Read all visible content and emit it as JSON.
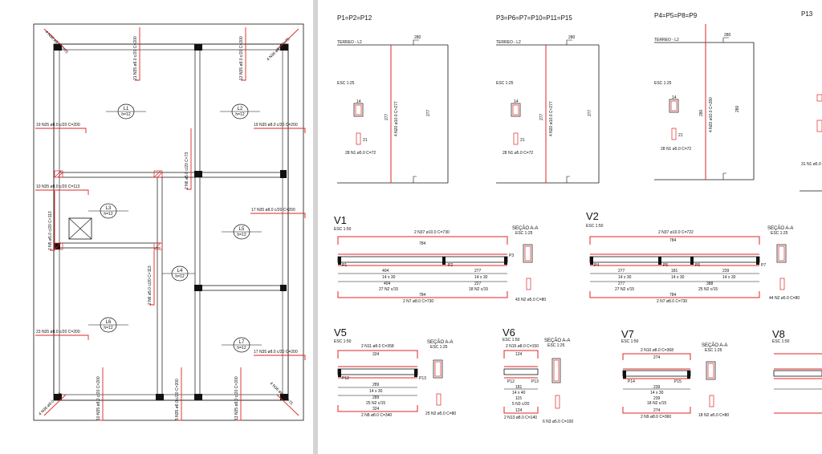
{
  "colors": {
    "line": "#111111",
    "rebar": "#e02424",
    "bg": "#d4d4d4",
    "paper": "#ffffff"
  },
  "plan": {
    "slabs": [
      {
        "label": "L1",
        "h": "h=12"
      },
      {
        "label": "L2",
        "h": "h=12"
      },
      {
        "label": "L3",
        "h": "h=12"
      },
      {
        "label": "L4",
        "h": "h=12"
      },
      {
        "label": "L5",
        "h": "h=12"
      },
      {
        "label": "L6",
        "h": "h=12"
      },
      {
        "label": "L7",
        "h": "h=12"
      }
    ],
    "rebar": {
      "r1": "19 N35 ø8.0 c/20  C=200",
      "r2": "19 N35 ø8.0 c/20  C=200",
      "r3": "10 N35 ø8.0 c/20  C=113",
      "r4": "17 N35 ø8.0 c/20  C=200",
      "r5": "23 N35 ø8.0 c/20  C=200",
      "r6": "17 N35 ø8.0 c/20  C=200",
      "v1": "21 N35 ø8.0 c/20  C=200",
      "v2": "13 N35 ø8.0 c/20  C=200",
      "v3": "2 N5 ø5.0 c/20  C=113",
      "v4": "2 N6 ø5.0 c/20  C=73",
      "v5": "2 N6 ø5.0 c/20  C=113",
      "v6": "10 N35 ø8.0 c/20  C=200",
      "v7": "5 N35 ø8.0 c/20  C=200",
      "v8": "13 N35 ø8.0 c/20  C=200",
      "c1": "4 N36 ø8.0  C=75",
      "c2": "4 N36 ø8.0  C=75",
      "c3": "4 N36 ø8.0  C=75",
      "c4": "4 N36 ø8.0  C=75"
    }
  },
  "pillars": [
    {
      "title": "P1=P2=P12",
      "terreo": "TERREO - L2",
      "esc": "ESC 1:25",
      "section": "14",
      "n1": "4 N20 ø10.0 C=277",
      "n2": "28 N1 ø5.0 C=72",
      "dim": "277",
      "side": "ESC 1:25",
      "top": "280"
    },
    {
      "title": "P3=P6=P7=P10=P11=P15",
      "terreo": "TERREO - L2",
      "esc": "ESC 1:25",
      "section": "14",
      "n1": "4 N20 ø10.0 C=277",
      "n2": "28 N1 ø5.0 C=72",
      "dim": "277",
      "side": "ESC 1:25",
      "top": "280"
    },
    {
      "title": "P4=P5=P8=P9",
      "terreo": "TERREO - L2",
      "esc": "ESC 1:25",
      "section": "14",
      "n1": "4 N20 ø10.0 C=280",
      "n2": "28 N1 ø5.0 C=72",
      "dim": "280",
      "side": "ESC 1:25",
      "top": "280"
    },
    {
      "title": "P13",
      "terreo": "",
      "esc": "",
      "section": "",
      "n1": "",
      "n2": "31 N1 ø5.0",
      "dim": "",
      "side": "",
      "top": ""
    }
  ],
  "beams": [
    {
      "title": "V1",
      "esc": "ESC 1:50",
      "top_bar": "2 N37 ø10.0  C=730",
      "section_title": "SEÇÃO A-A",
      "section_esc": "ESC 1:25",
      "span": "784",
      "bottom_bar": "2 N7 ø8.0  C=730",
      "stirrups": "43 N2 ø5.0  C=80",
      "dims": [
        "404",
        "277",
        "14 x 30",
        "227"
      ],
      "sub": [
        "27 N2 c/15",
        "18 N2 c/15"
      ],
      "supports": [
        "P1",
        "P2",
        "P3"
      ]
    },
    {
      "title": "V2",
      "esc": "ESC 1:50",
      "top_bar": "2 N37 ø10.0  C=722",
      "section_title": "SEÇÃO A-A",
      "section_esc": "ESC 1:25",
      "span": "784",
      "bottom_bar": "2 N7 ø8.0  C=730",
      "stirrups": "44 N2 ø5.0  C=80",
      "dims": [
        "277",
        "181",
        "14 x 30",
        "388",
        "239"
      ],
      "sub": [
        "27 N2 c/15",
        "25 N2 c/15"
      ],
      "supports": [
        "P4",
        "P5",
        "P6",
        "P7"
      ]
    },
    {
      "title": "V5",
      "esc": "ESC 1:50",
      "top_bar": "2 N11 ø8.0  C=358",
      "section_title": "SEÇÃO A-A",
      "section_esc": "ESC 1:25",
      "span": "324",
      "bottom_bar": "2 N8 ø8.0  C=340",
      "stirrups": "25 N2 ø5.0  C=80",
      "dims": [
        "289",
        "14 x 30",
        "289"
      ],
      "sub": [
        "25 N2 c/15"
      ],
      "supports": [
        "P12",
        "P13"
      ]
    },
    {
      "title": "V6",
      "esc": "ESC 1:50",
      "top_bar": "2 N15 ø8.0  C=150",
      "section_title": "SEÇÃO A-A",
      "section_esc": "ESC 1:25",
      "span": "124",
      "bottom_bar": "2 N13 ø8.0  C=140",
      "stirrups": "6 N3 ø5.0  C=100",
      "dims": [
        "181",
        "14 x 40",
        "115"
      ],
      "sub": [
        "5 N3 c/20"
      ],
      "supports": [
        "P12",
        "P13"
      ]
    },
    {
      "title": "V7",
      "esc": "ESC 1:50",
      "top_bar": "2 N10 ø8.0  C=368",
      "section_title": "SEÇÃO A-A",
      "section_esc": "ESC 1:25",
      "span": "274",
      "bottom_bar": "2 N9 ø8.0  C=360",
      "stirrups": "18 N2 ø5.0  C=80",
      "dims": [
        "239",
        "14 x 30",
        "239"
      ],
      "sub": [
        "18 N2 c/15"
      ],
      "supports": [
        "P14",
        "P15"
      ]
    },
    {
      "title": "V8",
      "esc": "ESC 1:50",
      "top_bar": "",
      "section_title": "",
      "section_esc": "",
      "span": "",
      "bottom_bar": "",
      "stirrups": "",
      "dims": [],
      "sub": [],
      "supports": []
    }
  ]
}
